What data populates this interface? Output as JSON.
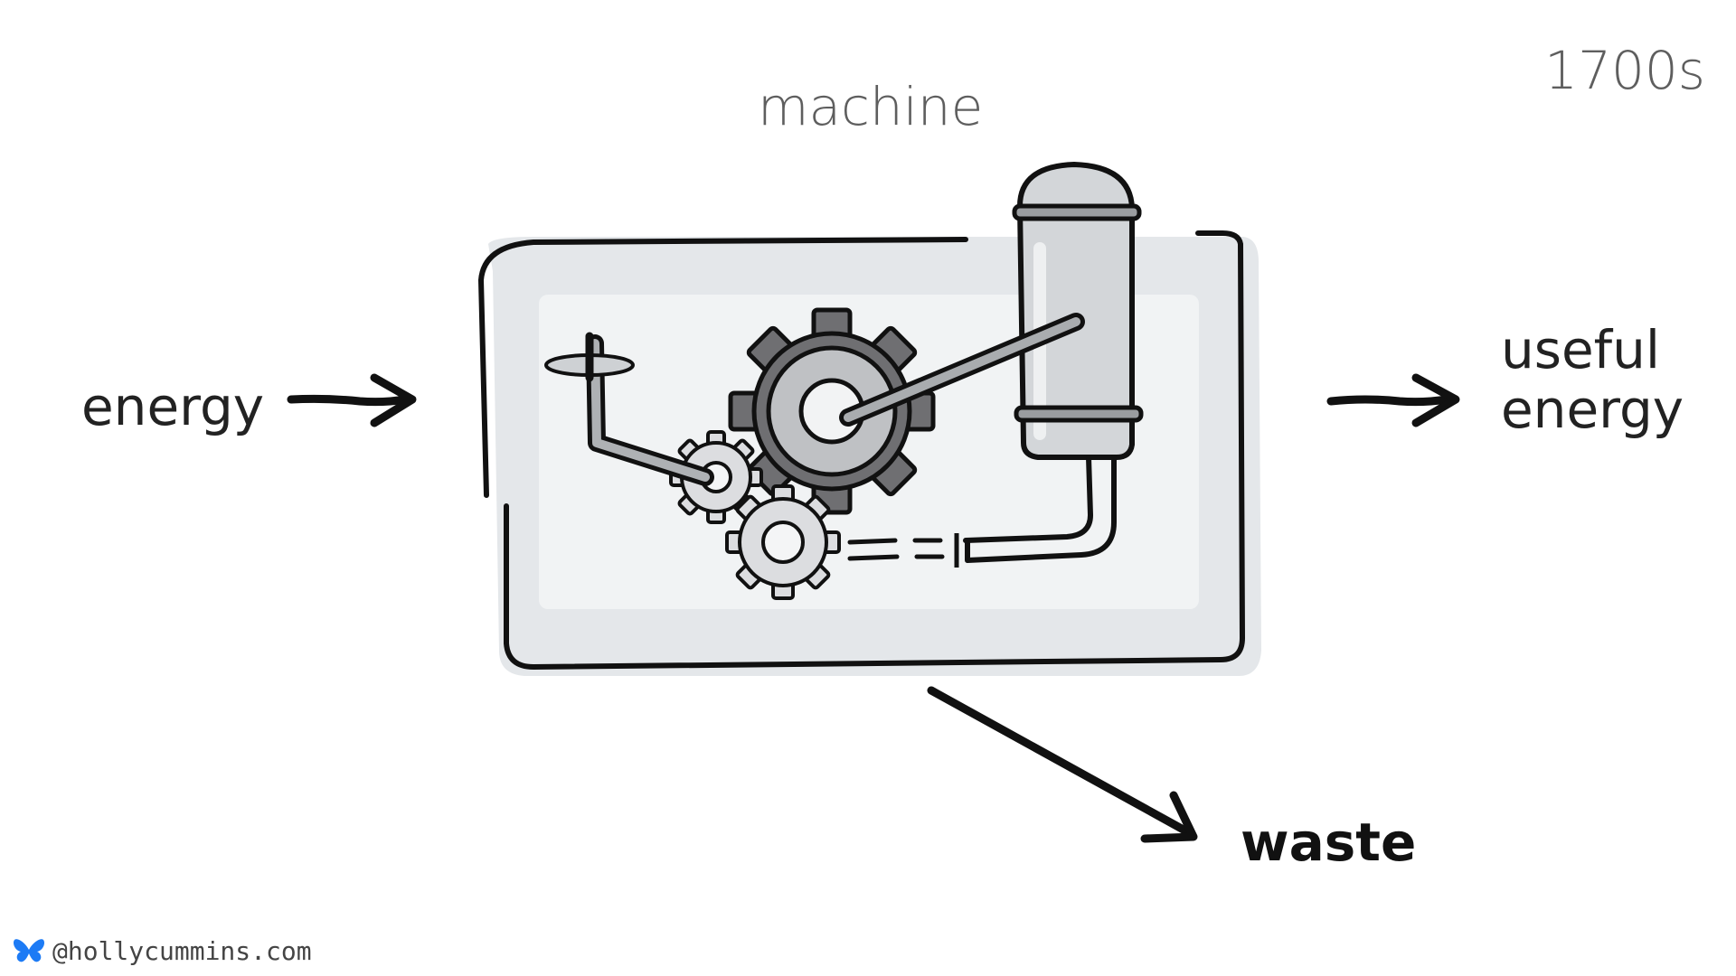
{
  "diagram": {
    "era_label": "1700s",
    "machine_label": "machine",
    "input_label": "energy",
    "output_label_line1": "useful",
    "output_label_line2": "energy",
    "waste_label": "waste"
  },
  "footer": {
    "handle": "@hollycummins.com",
    "icon": "butterfly-icon"
  },
  "colors": {
    "ink": "#111111",
    "muted_text": "#5e5e5e",
    "wash": "#dcdfe2",
    "gear_dark": "#6f6f72",
    "link": "#1d7bf5"
  }
}
